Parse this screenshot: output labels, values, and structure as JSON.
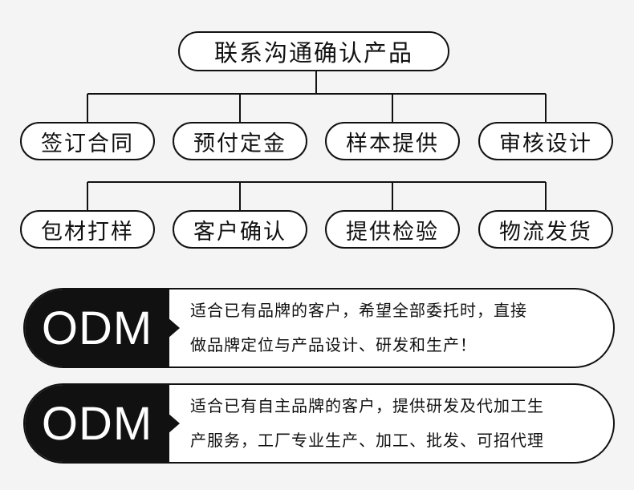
{
  "flow": {
    "top": "联系沟通确认产品",
    "row1": [
      "签订合同",
      "预付定金",
      "样本提供",
      "审核设计"
    ],
    "row2": [
      "包材打样",
      "客户确认",
      "提供检验",
      "物流发货"
    ]
  },
  "cards": [
    {
      "tag": "ODM",
      "lines": [
        "适合已有品牌的客户，希望全部委托时，直接",
        "做品牌定位与产品设计、研发和生产！"
      ]
    },
    {
      "tag": "ODM",
      "lines": [
        "适合已有自主品牌的客户，提供研发及代加工生",
        "产服务，工厂专业生产、加工、批发、可招代理"
      ]
    }
  ]
}
